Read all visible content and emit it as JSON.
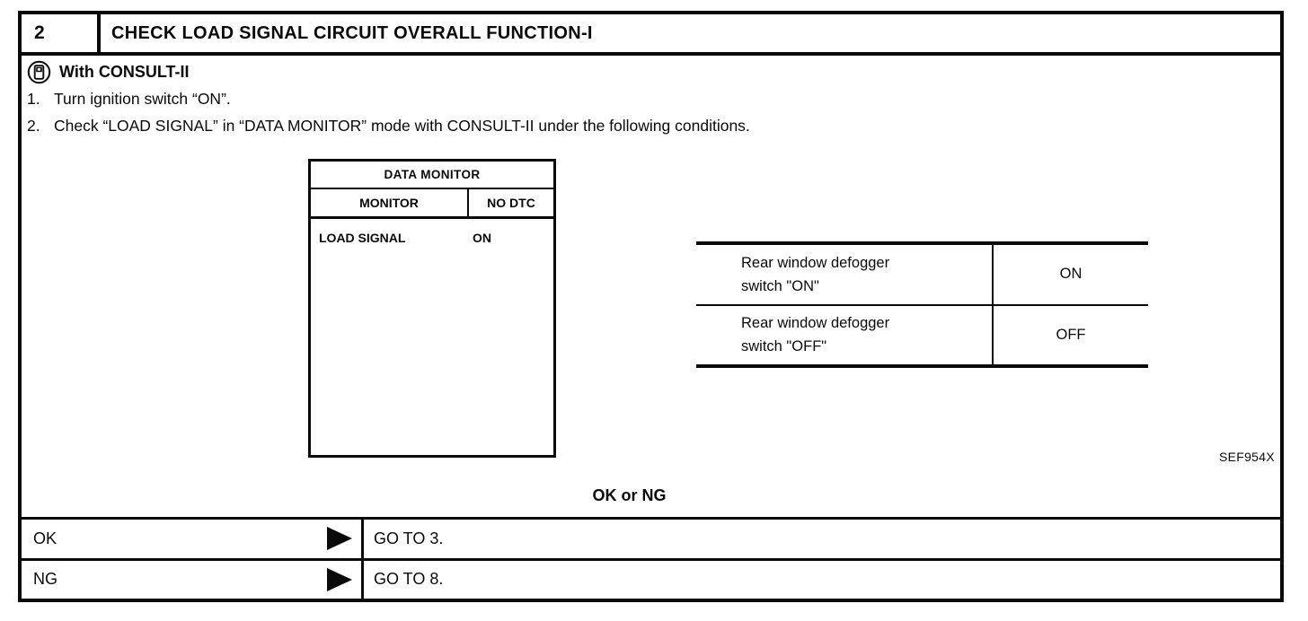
{
  "colors": {
    "ink": "#0a0a0a",
    "paper": "#ffffff"
  },
  "icons": {
    "consult": "consult-ii-handheld-tester-icon",
    "arrow": "filled-right-triangle-arrow-icon"
  },
  "step": {
    "number": "2",
    "title": "CHECK LOAD SIGNAL CIRCUIT OVERALL FUNCTION-I"
  },
  "instructions": {
    "tool_heading": "With CONSULT-II",
    "steps": [
      {
        "num": "1.",
        "text": "Turn ignition switch “ON”."
      },
      {
        "num": "2.",
        "text": "Check “LOAD SIGNAL” in “DATA MONITOR” mode with CONSULT-II under the following conditions."
      }
    ]
  },
  "consult_screen": {
    "title": "DATA MONITOR",
    "columns": {
      "left": "MONITOR",
      "right": "NO DTC"
    },
    "reading": {
      "name": "LOAD SIGNAL",
      "value": "ON"
    }
  },
  "conditions_table": {
    "rows": [
      {
        "line1": "Rear window defogger",
        "line2": "switch \"ON\"",
        "value": "ON"
      },
      {
        "line1": "Rear window defogger",
        "line2": "switch \"OFF\"",
        "value": "OFF"
      }
    ]
  },
  "figure_ref": "SEF954X",
  "decision": {
    "question": "OK or NG",
    "outcomes": [
      {
        "result": "OK",
        "action": "GO TO 3."
      },
      {
        "result": "NG",
        "action": "GO TO 8."
      }
    ]
  }
}
